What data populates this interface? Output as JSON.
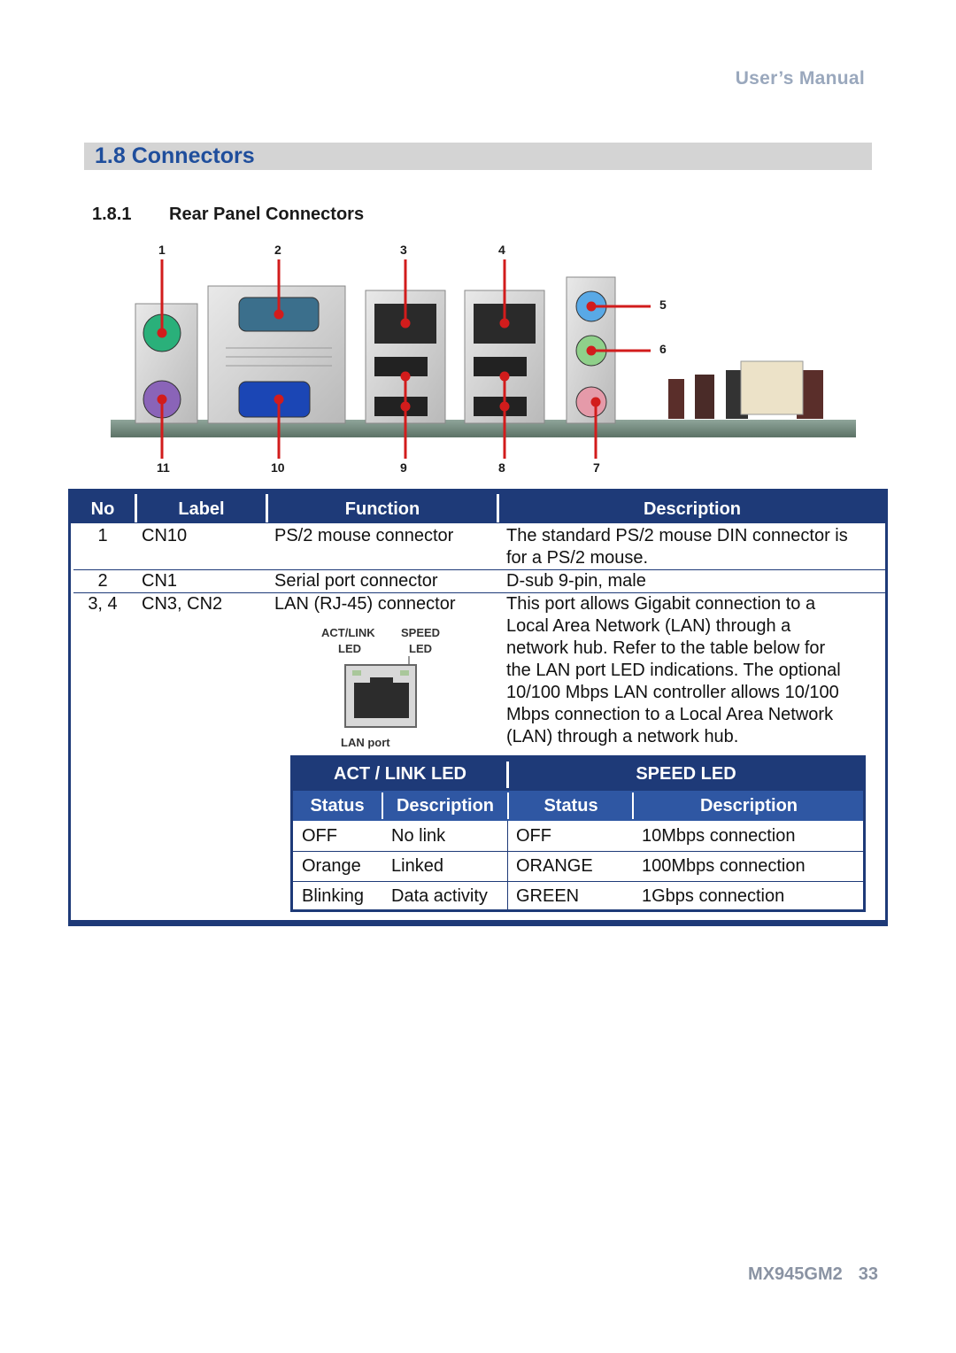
{
  "header": {
    "manual": "User’s  Manual"
  },
  "section": {
    "title": "1.8 Connectors"
  },
  "subsection": {
    "number": "1.8.1",
    "title": "Rear Panel Connectors"
  },
  "figure": {
    "callouts_top": [
      "1",
      "2",
      "3",
      "4"
    ],
    "callouts_right": [
      "5",
      "6"
    ],
    "callouts_bottom": [
      "11",
      "10",
      "9",
      "8",
      "7"
    ]
  },
  "table": {
    "headers": [
      "No",
      "Label",
      "Function",
      "Description"
    ],
    "rows": [
      {
        "no": "1",
        "label": "CN10",
        "function": "PS/2 mouse connector",
        "desc1": "The standard PS/2 mouse DIN connector is",
        "desc2": "for a PS/2 mouse."
      },
      {
        "no": "2",
        "label": "CN1",
        "function": "Serial port connector",
        "desc1": "D-sub 9-pin, male"
      },
      {
        "no": "3, 4",
        "label": "CN3, CN2",
        "function": "LAN (RJ-45) connector",
        "desc_lines": [
          "This port allows Gigabit connection to a",
          "Local Area Network (LAN) through a",
          "network hub. Refer to the table below for",
          "the LAN port LED indications. The optional",
          "10/100 Mbps LAN controller allows 10/100",
          "Mbps connection to a Local Area Network",
          "(LAN) through a network hub."
        ]
      }
    ],
    "lan_figure": {
      "act_link": "ACT/LINK",
      "speed": "SPEED",
      "led": "LED",
      "port": "LAN port"
    }
  },
  "led_table": {
    "group1": "ACT / LINK LED",
    "group2": "SPEED LED",
    "sub_headers": [
      "Status",
      "Description",
      "Status",
      "Description"
    ],
    "rows": [
      [
        "OFF",
        "No link",
        "OFF",
        "10Mbps connection"
      ],
      [
        "Orange",
        "Linked",
        "ORANGE",
        "100Mbps connection"
      ],
      [
        "Blinking",
        "Data activity",
        "GREEN",
        "1Gbps connection"
      ]
    ]
  },
  "footer": {
    "model": "MX945GM2",
    "page": "33"
  }
}
